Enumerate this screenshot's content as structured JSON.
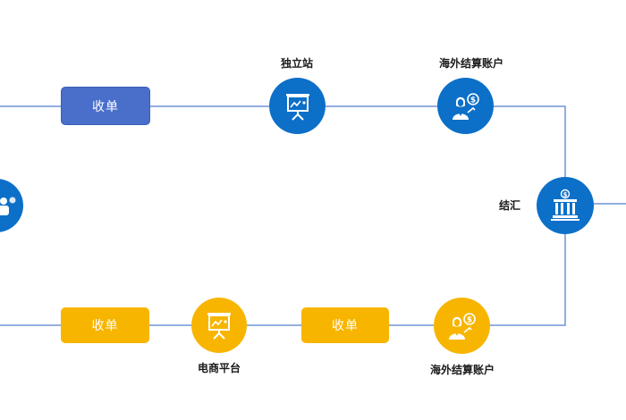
{
  "colors": {
    "line": "#6f94d6",
    "blue": "#0c6fc8",
    "pill_blue": "#4a6fcb",
    "yellow": "#f7b500"
  },
  "top_flow": {
    "collect_pill": "收单",
    "standalone_site": {
      "label": "独立站",
      "icon": "presentation-chart-icon"
    },
    "overseas_account": {
      "label": "海外结算账户",
      "icon": "person-dollar-icon"
    }
  },
  "settlement": {
    "label": "结汇",
    "icon": "bank-dollar-icon"
  },
  "bottom_flow": {
    "collect_pill_left": "收单",
    "ecommerce_platform": {
      "label": "电商平台",
      "icon": "presentation-chart-icon"
    },
    "collect_pill_right": "收单",
    "overseas_account": {
      "label": "海外结算账户",
      "icon": "person-dollar-icon"
    }
  },
  "left_partial_node": {
    "icon": "user-group-icon"
  }
}
